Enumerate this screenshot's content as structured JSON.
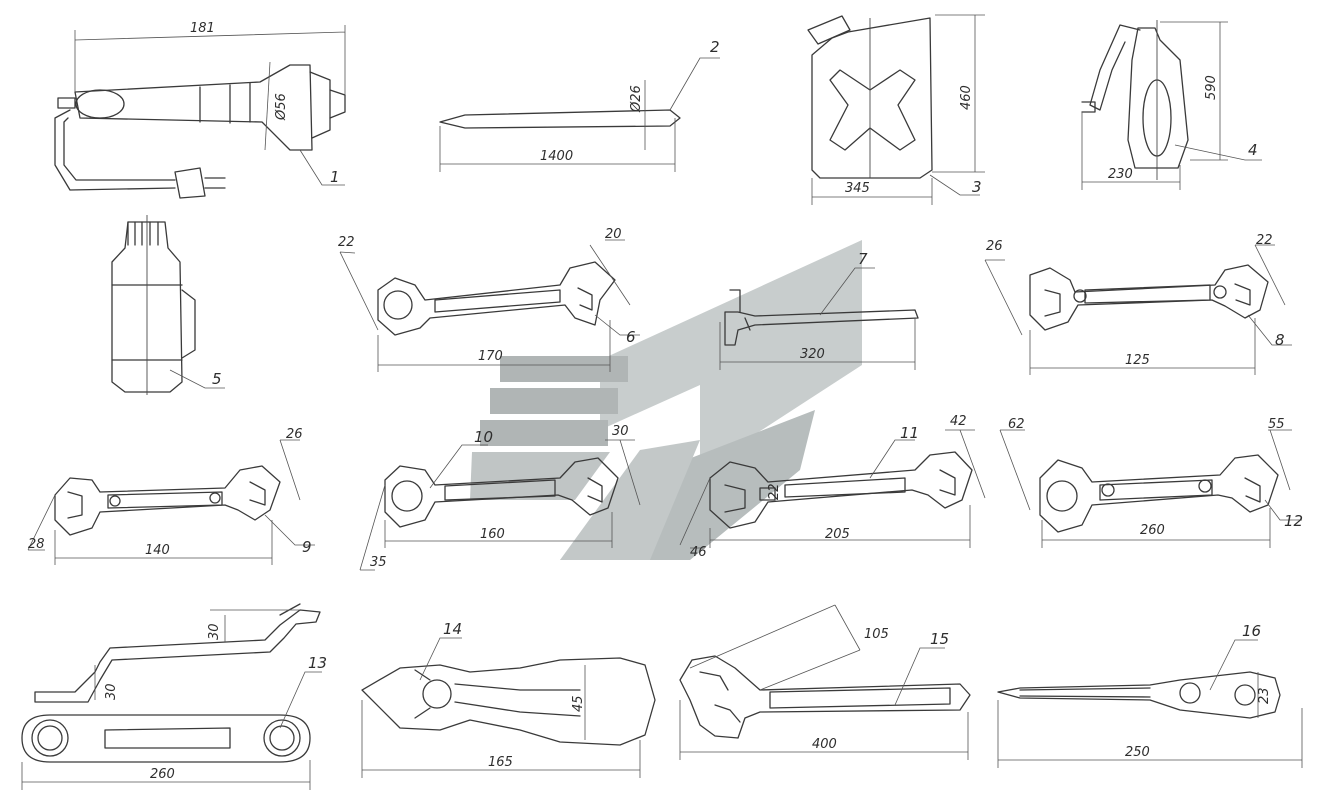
{
  "logo": {
    "primary_color": "#a8b0b0",
    "secondary_color": "#c9cfcf",
    "accent_color": "#b9bcbc"
  },
  "items": [
    {
      "id": "tool-1-lamp",
      "number": "1",
      "dims": [
        "181",
        "Ø56"
      ]
    },
    {
      "id": "tool-2-tire-lever",
      "number": "2",
      "dims": [
        "1400",
        "Ø26"
      ]
    },
    {
      "id": "tool-3-jerrycan",
      "number": "3",
      "dims": [
        "345",
        "460"
      ]
    },
    {
      "id": "tool-4-pump",
      "number": "4",
      "dims": [
        "230",
        "590"
      ]
    },
    {
      "id": "tool-5-oiler",
      "number": "5",
      "dims": []
    },
    {
      "id": "tool-6-wrench",
      "number": "6",
      "dims": [
        "22",
        "20",
        "170"
      ]
    },
    {
      "id": "tool-7-hammer",
      "number": "7",
      "dims": [
        "320"
      ]
    },
    {
      "id": "tool-8-wrench",
      "number": "8",
      "dims": [
        "26",
        "22",
        "125"
      ]
    },
    {
      "id": "tool-9-wrench",
      "number": "9",
      "dims": [
        "26",
        "28",
        "140"
      ]
    },
    {
      "id": "tool-10-wrench",
      "number": "10",
      "dims": [
        "30",
        "35",
        "160"
      ]
    },
    {
      "id": "tool-11-wrench",
      "number": "11",
      "dims": [
        "42",
        "46",
        "205",
        "22"
      ]
    },
    {
      "id": "tool-12-wrench",
      "number": "12",
      "dims": [
        "62",
        "55",
        "260"
      ]
    },
    {
      "id": "tool-13-box-wrench",
      "number": "13",
      "dims": [
        "30",
        "30",
        "260"
      ]
    },
    {
      "id": "tool-14-pliers",
      "number": "14",
      "dims": [
        "165",
        "45"
      ]
    },
    {
      "id": "tool-15-adjustable-wrench",
      "number": "15",
      "dims": [
        "105",
        "400"
      ]
    },
    {
      "id": "tool-16-screwdriver",
      "number": "16",
      "dims": [
        "250",
        "23"
      ]
    }
  ]
}
